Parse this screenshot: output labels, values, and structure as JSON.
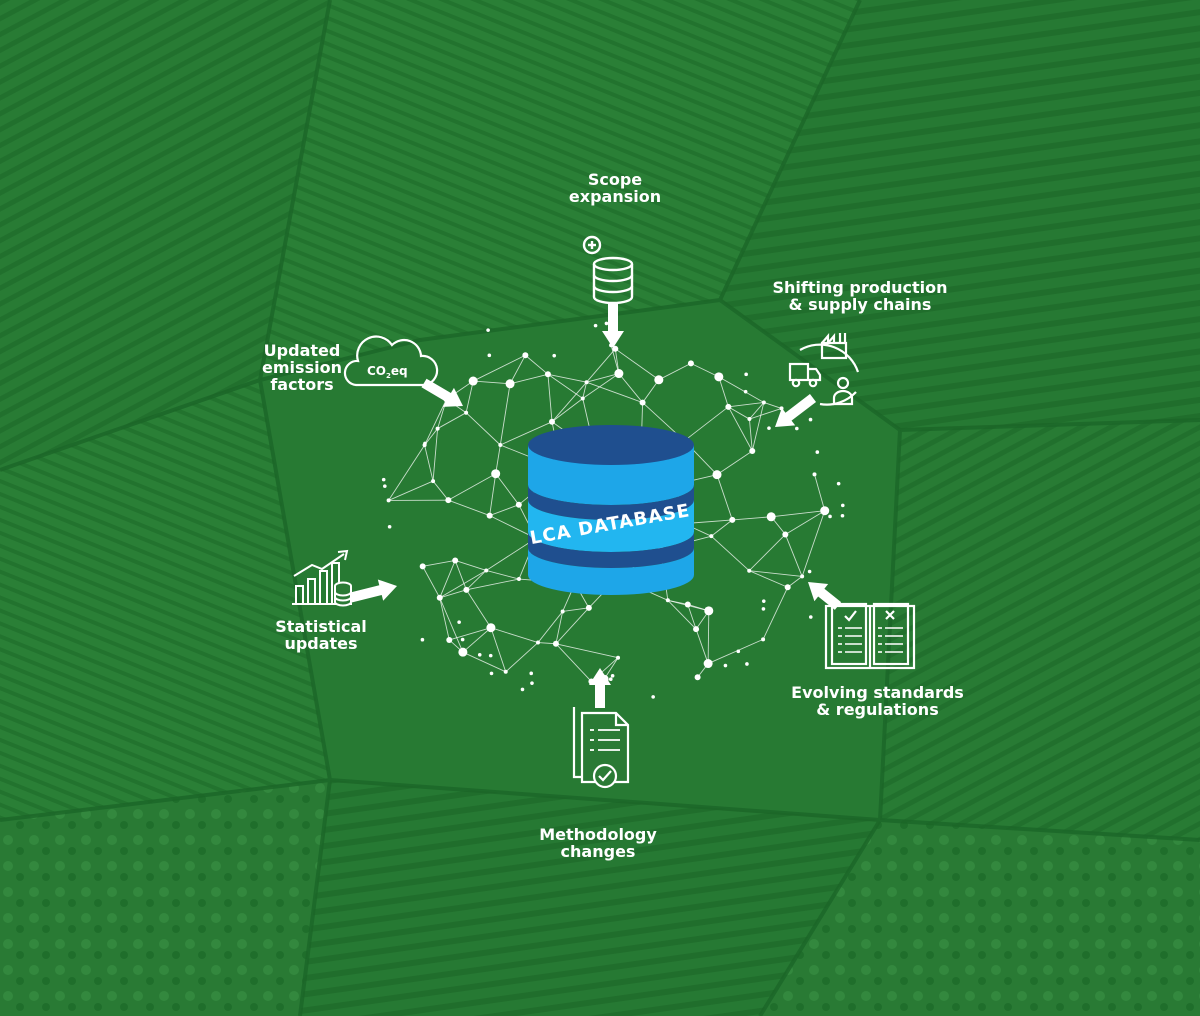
{
  "colors": {
    "background": "#2a7a35",
    "field_dark": "#1f6a2a",
    "field_light": "#3d8f46",
    "db_dark": "#1f4f8f",
    "db_light": "#1ea6e8",
    "db_mid": "#22b6f0",
    "white": "#ffffff"
  },
  "center": {
    "label": "LCA DATABASE"
  },
  "factors": [
    {
      "id": "scope",
      "lines": [
        "Scope",
        "expansion"
      ],
      "icon": "database-plus-icon"
    },
    {
      "id": "supply",
      "lines": [
        "Shifting production",
        "& supply chains"
      ],
      "icon": "truck-factory-person-icon"
    },
    {
      "id": "standards",
      "lines": [
        "Evolving standards",
        "& regulations"
      ],
      "icon": "checklist-book-icon"
    },
    {
      "id": "methodology",
      "lines": [
        "Methodology",
        "changes"
      ],
      "icon": "document-check-icon"
    },
    {
      "id": "statistical",
      "lines": [
        "Statistical",
        "updates"
      ],
      "icon": "bar-chart-coins-icon"
    },
    {
      "id": "emission",
      "lines": [
        "Updated",
        "emission",
        "factors"
      ],
      "icon": "co2-cloud-icon"
    }
  ],
  "cloud_text": {
    "main": "CO",
    "sub": "2",
    "tail": "eq"
  }
}
